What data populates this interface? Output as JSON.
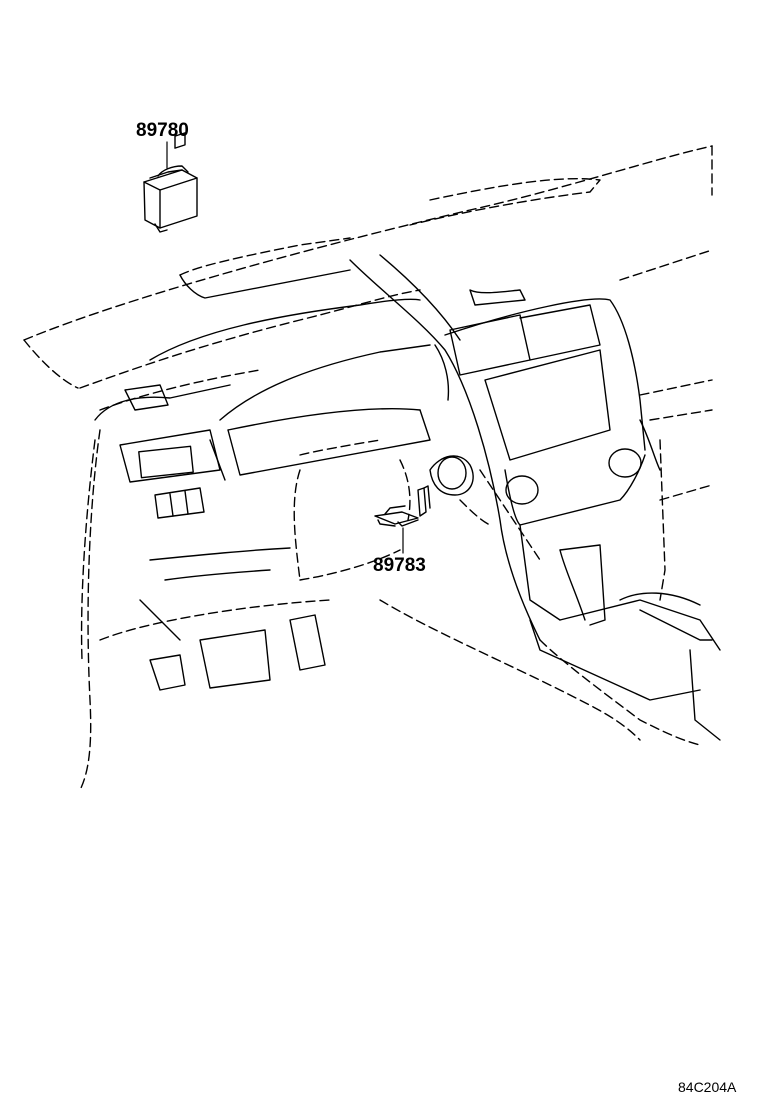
{
  "labels": {
    "part_a": "89780",
    "part_b": "89783",
    "figure_code": "84C204A"
  },
  "colors": {
    "line": "#000000",
    "background": "#ffffff"
  }
}
